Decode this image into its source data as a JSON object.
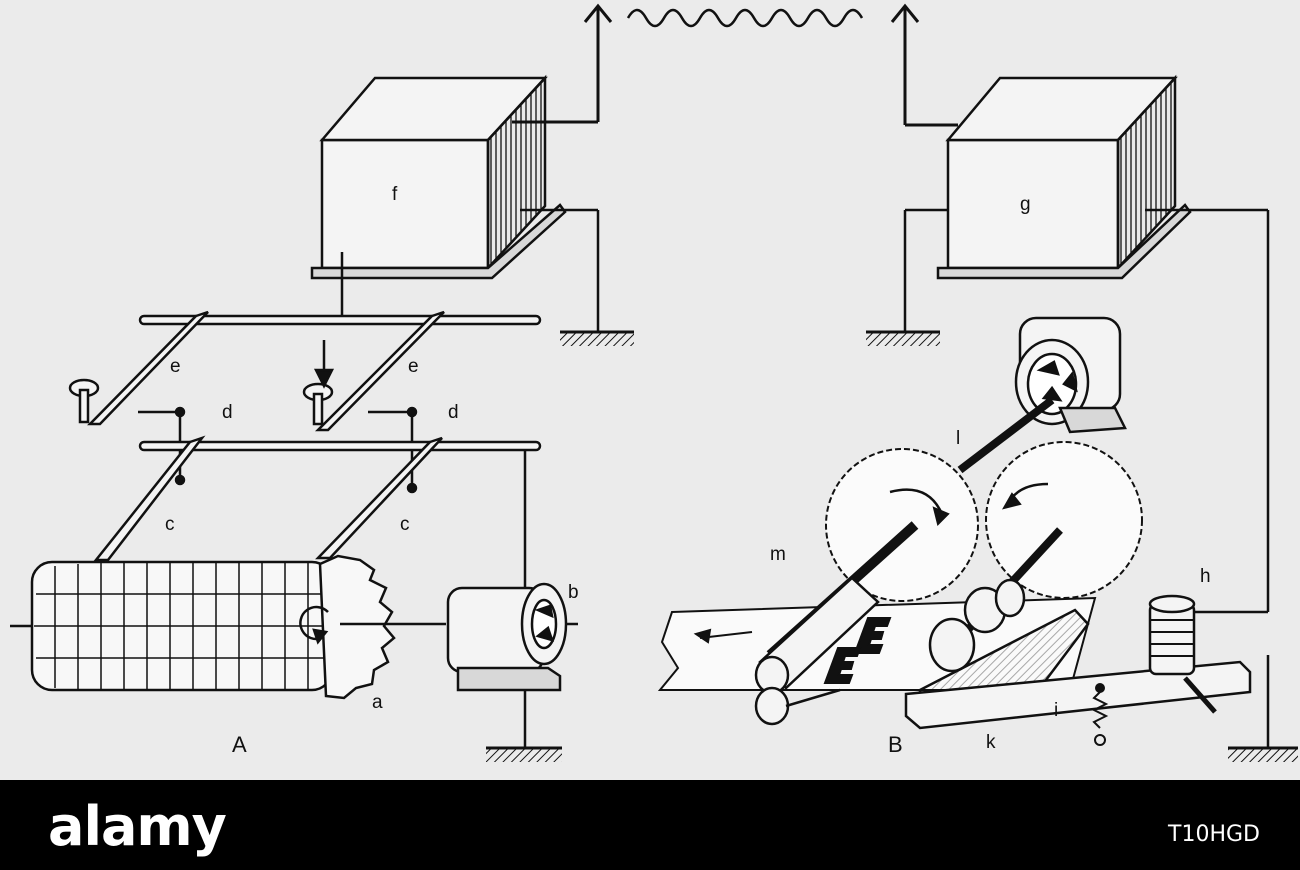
{
  "labels": {
    "f": "f",
    "g": "g",
    "e1": "e",
    "e2": "e",
    "d1": "d",
    "d2": "d",
    "c1": "c",
    "c2": "c",
    "a": "a",
    "b": "b",
    "A": "A",
    "B": "B",
    "m": "m",
    "l": "l",
    "h": "h",
    "i": "i",
    "k": "k"
  },
  "watermark": {
    "brand": "alamy",
    "image_code": "T10HGD"
  }
}
